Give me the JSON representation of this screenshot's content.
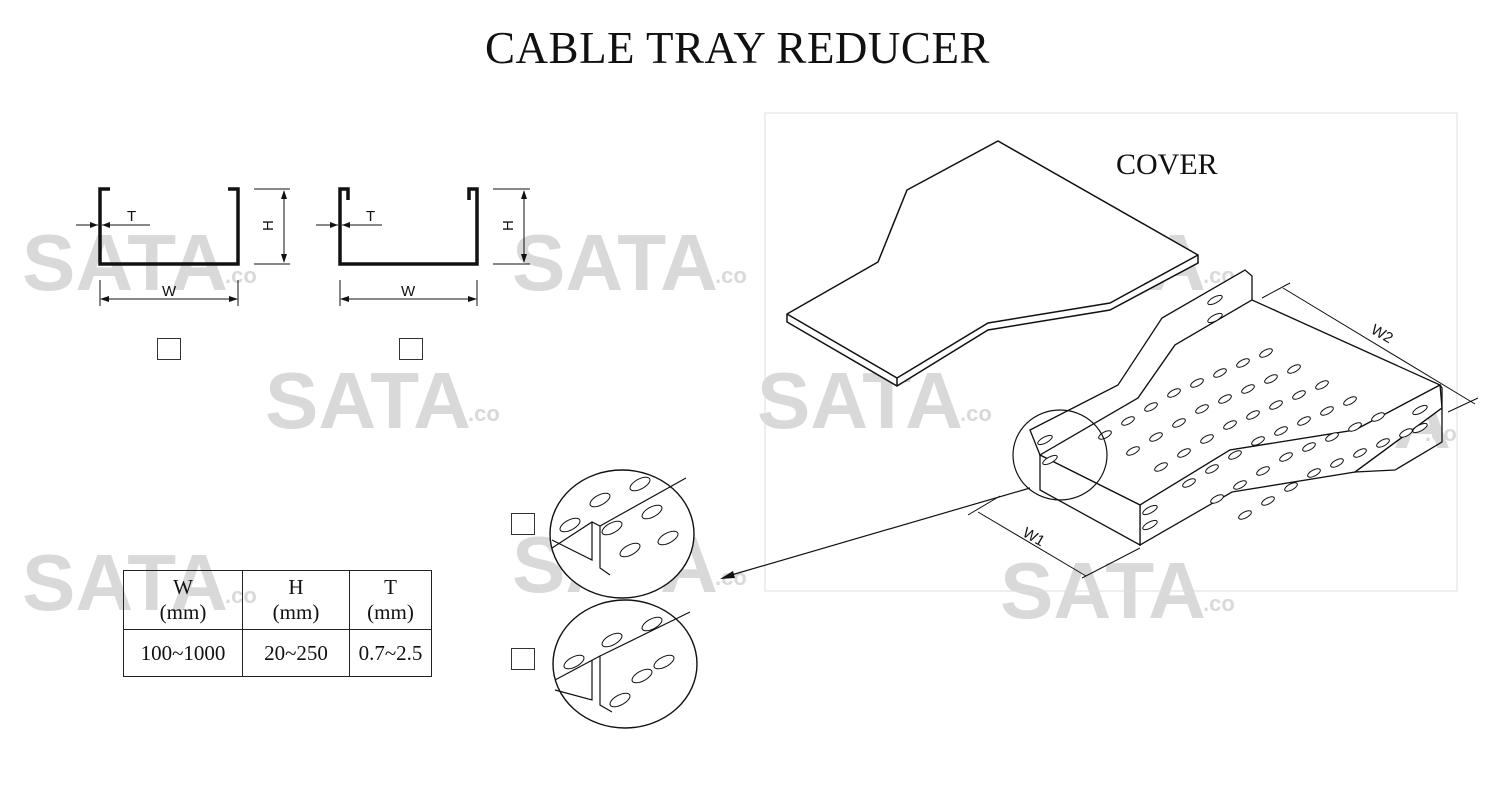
{
  "title": "CABLE TRAY REDUCER",
  "cover_label": "COVER",
  "watermark": {
    "main": "SATA",
    "suffix": ".co"
  },
  "profiles": [
    {
      "t_label": "T",
      "h_label": "H",
      "w_label": "W"
    },
    {
      "t_label": "T",
      "h_label": "H",
      "w_label": "W"
    }
  ],
  "tray_dims": {
    "w1": "W1",
    "w2": "W2"
  },
  "spec_table": {
    "headers": [
      {
        "name": "W",
        "unit": "(mm)"
      },
      {
        "name": "H",
        "unit": "(mm)"
      },
      {
        "name": "T",
        "unit": "(mm)"
      }
    ],
    "values": [
      "100~1000",
      "20~250",
      "0.7~2.5"
    ]
  },
  "colors": {
    "line": "#111111",
    "watermark": "#d9d9d9"
  }
}
